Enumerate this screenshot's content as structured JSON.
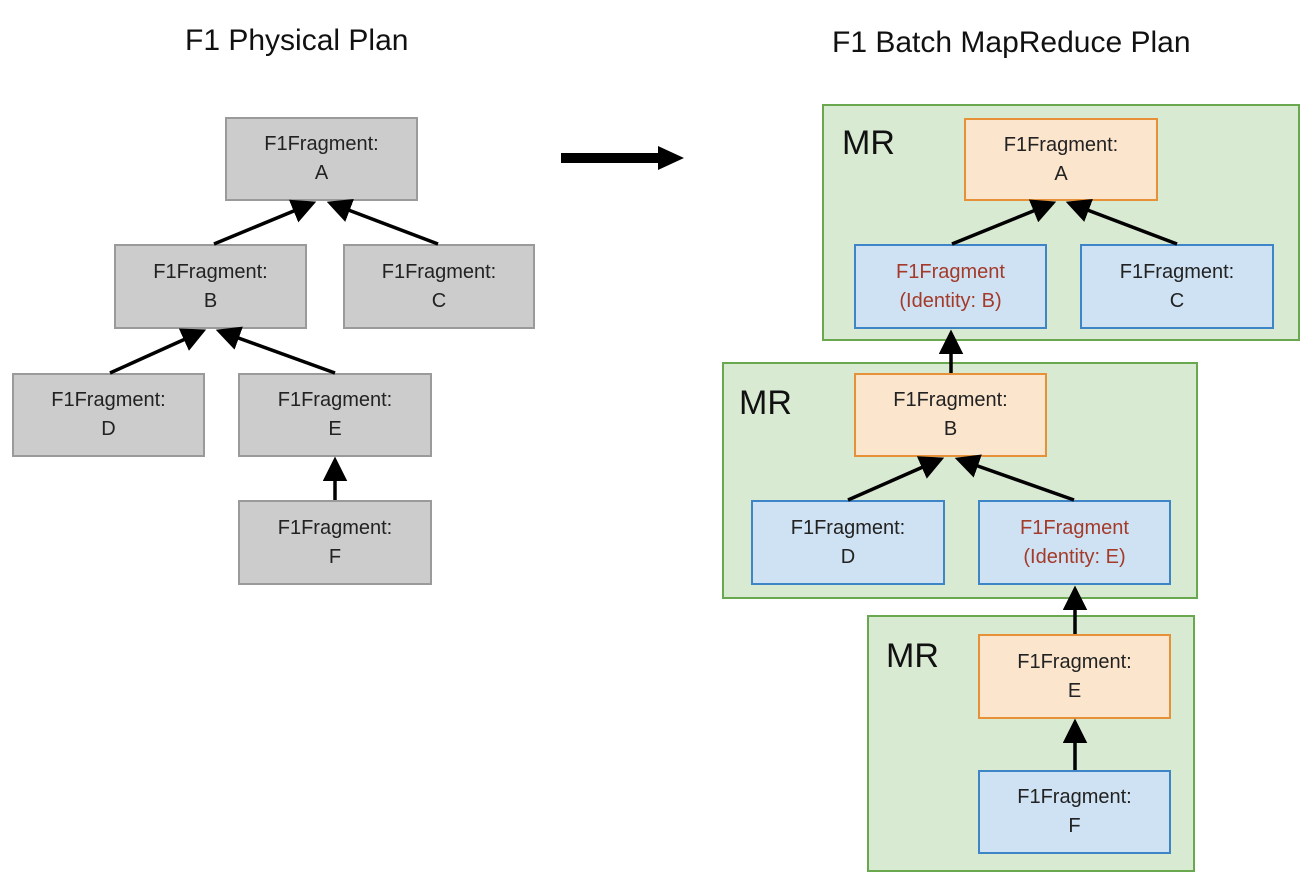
{
  "left_title": "F1 Physical Plan",
  "right_title": "F1 Batch MapReduce Plan",
  "mr_label": "MR",
  "physical": {
    "a": {
      "line1": "F1Fragment:",
      "line2": "A"
    },
    "b": {
      "line1": "F1Fragment:",
      "line2": "B"
    },
    "c": {
      "line1": "F1Fragment:",
      "line2": "C"
    },
    "d": {
      "line1": "F1Fragment:",
      "line2": "D"
    },
    "e": {
      "line1": "F1Fragment:",
      "line2": "E"
    },
    "f": {
      "line1": "F1Fragment:",
      "line2": "F"
    }
  },
  "mapreduce": {
    "g1_a": {
      "line1": "F1Fragment:",
      "line2": "A"
    },
    "g1_idb": {
      "line1": "F1Fragment",
      "line2": "(Identity: B)"
    },
    "g1_c": {
      "line1": "F1Fragment:",
      "line2": "C"
    },
    "g2_b": {
      "line1": "F1Fragment:",
      "line2": "B"
    },
    "g2_d": {
      "line1": "F1Fragment:",
      "line2": "D"
    },
    "g2_ide": {
      "line1": "F1Fragment",
      "line2": "(Identity: E)"
    },
    "g3_e": {
      "line1": "F1Fragment:",
      "line2": "E"
    },
    "g3_f": {
      "line1": "F1Fragment:",
      "line2": "F"
    }
  },
  "colors": {
    "gray_fill": "#cccccc",
    "orange_fill": "#fce5cd",
    "blue_fill": "#cfe2f3",
    "group_fill": "#d9ead3",
    "identity_text": "#a33a2a"
  }
}
